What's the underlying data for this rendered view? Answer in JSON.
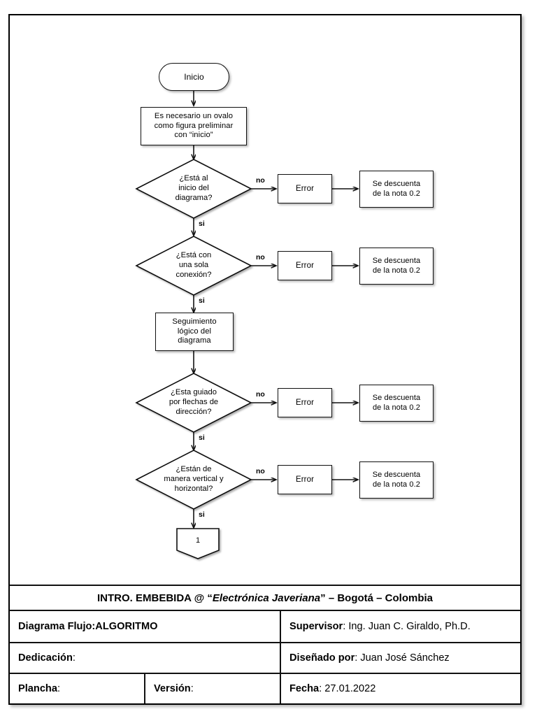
{
  "document": {
    "type": "flowchart-sheet",
    "language": "es"
  },
  "flow": {
    "start": {
      "label": "Inicio",
      "shape": "terminator-oval"
    },
    "note": {
      "label": "Es necesario un ovalo\ncomo figura preliminar\ncon “inicio”",
      "shape": "process"
    },
    "process_mid": {
      "label": "Seguimiento\nlógico del\ndiagrama",
      "shape": "process"
    },
    "connector_end": {
      "label": "1",
      "shape": "off-page-connector"
    },
    "edge_labels": {
      "no": "no",
      "yes": "si"
    },
    "decisions": [
      {
        "label": "¿Está al\ninicio del\ndiagrama?",
        "no_target": "Error",
        "penalty": "Se descuenta\nde la nota 0.2"
      },
      {
        "label": "¿Está con\nuna sola\nconexión?",
        "no_target": "Error",
        "penalty": "Se descuenta\nde la nota 0.2"
      },
      {
        "label": "¿Esta guiado\npor flechas de\ndirección?",
        "no_target": "Error",
        "penalty": "Se descuenta\nde la nota 0.2"
      },
      {
        "label": "¿Están de\nmanera vertical y\nhorizontal?",
        "no_target": "Error",
        "penalty": "Se descuenta\nde la nota 0.2"
      }
    ]
  },
  "titleblock": {
    "banner": {
      "prefix": "INTRO. EMBEBIDA @ “",
      "italic": "Electrónica Javeriana",
      "suffix": "” – Bogotá – Colombia"
    },
    "rows": [
      {
        "left_label": "Diagrama Flujo:",
        "left_value": " ALGORITMO",
        "right_label": "Supervisor",
        "right_value": ": Ing. Juan C. Giraldo, Ph.D."
      },
      {
        "left_label": "Dedicación",
        "left_value": ":",
        "right_label": "Diseñado por",
        "right_value": ": Juan José Sánchez"
      }
    ],
    "last_row": {
      "plancha_label": "Plancha",
      "plancha_value": ":",
      "version_label": "Versión",
      "version_value": ":",
      "fecha_label": "Fecha",
      "fecha_value": ": 27.01.2022"
    }
  },
  "colors": {
    "line": "#111111",
    "paper": "#ffffff"
  }
}
